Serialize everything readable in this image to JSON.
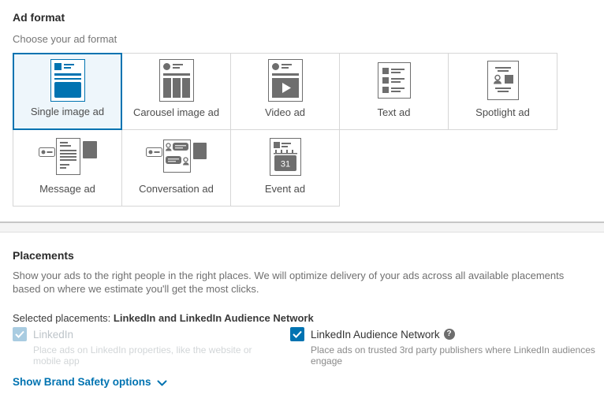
{
  "ad_format": {
    "title": "Ad format",
    "subtitle": "Choose your ad format",
    "options": [
      {
        "label": "Single image ad",
        "icon": "single-image-ad-icon",
        "selected": true
      },
      {
        "label": "Carousel image ad",
        "icon": "carousel-image-ad-icon",
        "selected": false
      },
      {
        "label": "Video ad",
        "icon": "video-ad-icon",
        "selected": false
      },
      {
        "label": "Text ad",
        "icon": "text-ad-icon",
        "selected": false
      },
      {
        "label": "Spotlight ad",
        "icon": "spotlight-ad-icon",
        "selected": false
      },
      {
        "label": "Message ad",
        "icon": "message-ad-icon",
        "selected": false
      },
      {
        "label": "Conversation ad",
        "icon": "conversation-ad-icon",
        "selected": false
      },
      {
        "label": "Event ad",
        "icon": "event-ad-icon",
        "selected": false,
        "icon_text": "31"
      }
    ]
  },
  "placements": {
    "title": "Placements",
    "description": "Show your ads to the right people in the right places. We will optimize delivery of your ads across all available placements based on where we estimate you'll get the most clicks.",
    "selected_prefix": "Selected placements: ",
    "selected_value": "LinkedIn and LinkedIn Audience Network",
    "options": [
      {
        "label": "LinkedIn",
        "description": "Place ads on LinkedIn properties, like the website or mobile app",
        "checked": true,
        "disabled": true
      },
      {
        "label": "LinkedIn Audience Network",
        "description": "Place ads on trusted 3rd party publishers where LinkedIn audiences engage",
        "checked": true,
        "disabled": false,
        "help_glyph": "?"
      }
    ],
    "brand_safety_link": "Show Brand Safety options"
  },
  "colors": {
    "accent_blue": "#0073b1",
    "selected_card_bg": "#eef6fb",
    "icon_gray": "#6e6e6e",
    "cell_border": "#d6d6d6",
    "disabled_checkbox": "#a9cce1"
  }
}
